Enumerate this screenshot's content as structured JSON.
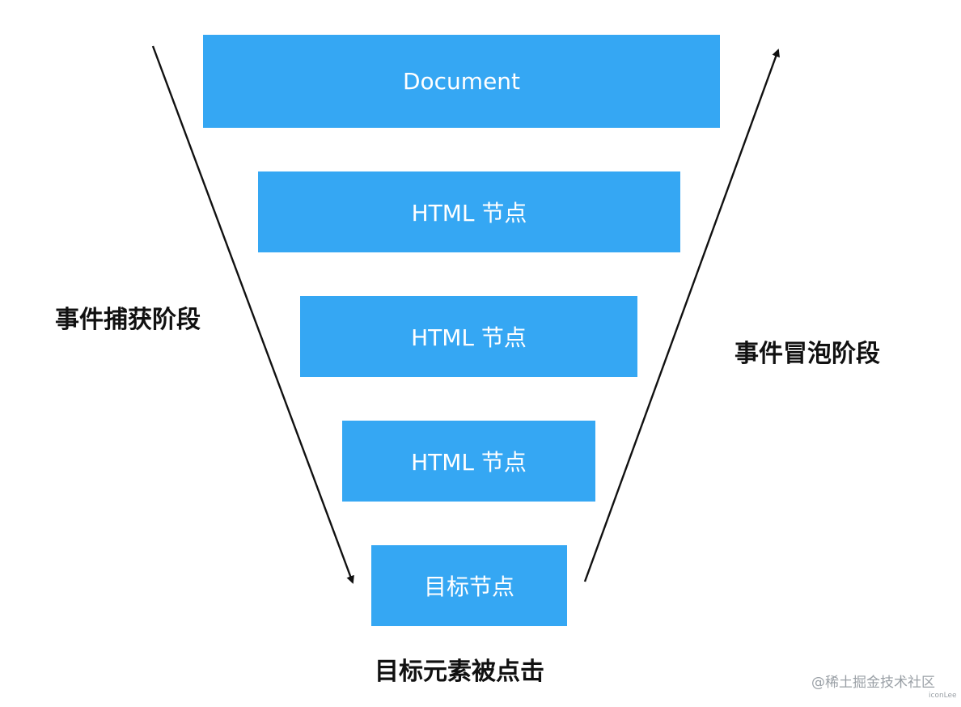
{
  "colors": {
    "box_fill": "#35a7f3",
    "box_text": "#ffffff",
    "label_text": "#111111",
    "arrow": "#111111",
    "watermark": "#9aa0a6"
  },
  "nodes": {
    "document": "Document",
    "html_1": "HTML 节点",
    "html_2": "HTML 节点",
    "html_3": "HTML 节点",
    "target": "目标节点"
  },
  "labels": {
    "capture_phase": "事件捕获阶段",
    "bubble_phase": "事件冒泡阶段",
    "target_clicked": "目标元素被点击"
  },
  "watermark": {
    "main": "@稀土掘金技术社区",
    "sub": "iconLee"
  },
  "icons": {
    "capture_arrow": "arrow-down-icon",
    "bubble_arrow": "arrow-up-icon"
  }
}
